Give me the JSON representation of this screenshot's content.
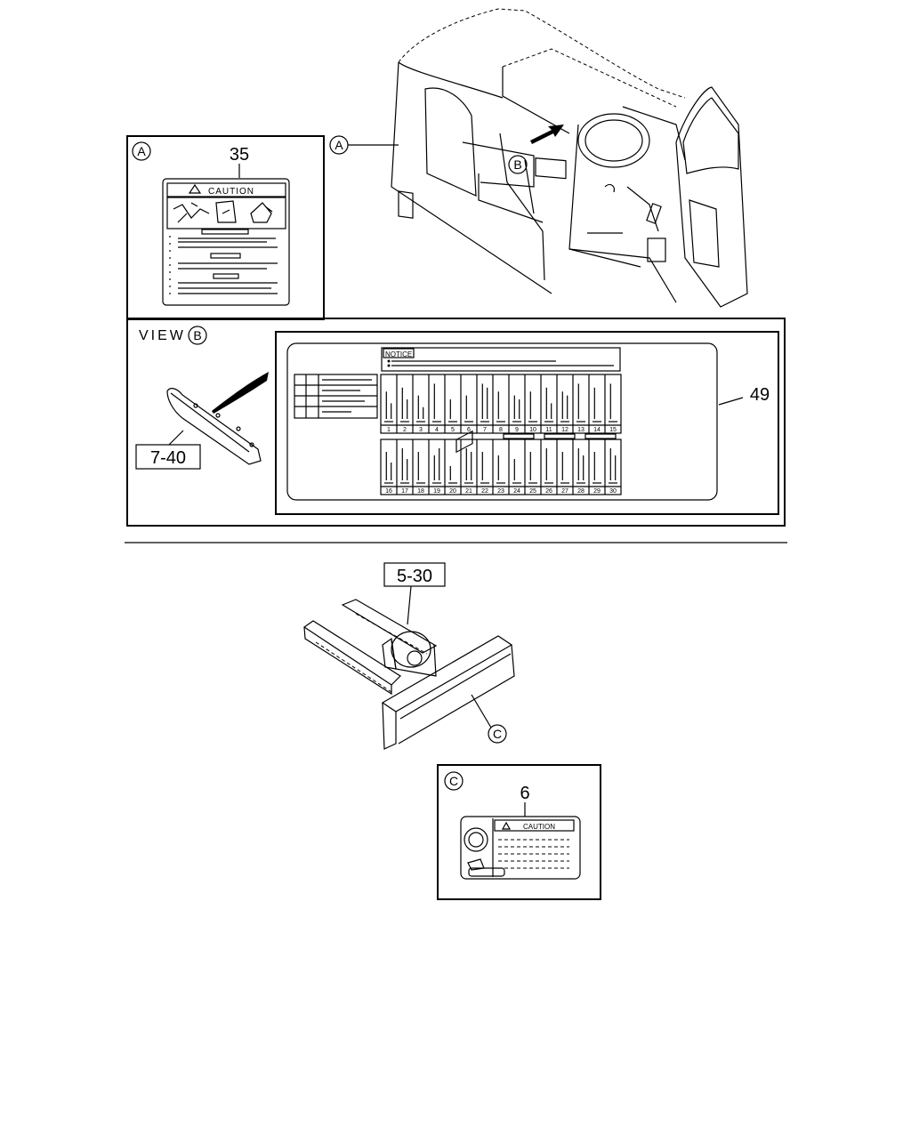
{
  "callouts": {
    "a": "A",
    "b": "B",
    "c": "C"
  },
  "view_label": "VIEW",
  "parts": {
    "p35": "35",
    "p49": "49",
    "p6": "6",
    "ref_7_40": "7-40",
    "ref_5_30": "5-30"
  },
  "labels": {
    "caution_a": "CAUTION",
    "caution_c": "CAUTION",
    "notice": "NOTICE"
  },
  "chart_cols_top": [
    "1",
    "2",
    "3",
    "4",
    "5",
    "6",
    "7",
    "8",
    "9",
    "10",
    "11",
    "12",
    "13",
    "14",
    "15"
  ],
  "chart_cols_bottom": [
    "16",
    "17",
    "18",
    "19",
    "20",
    "21",
    "22",
    "23",
    "24",
    "25",
    "26",
    "27",
    "28",
    "29",
    "30"
  ]
}
